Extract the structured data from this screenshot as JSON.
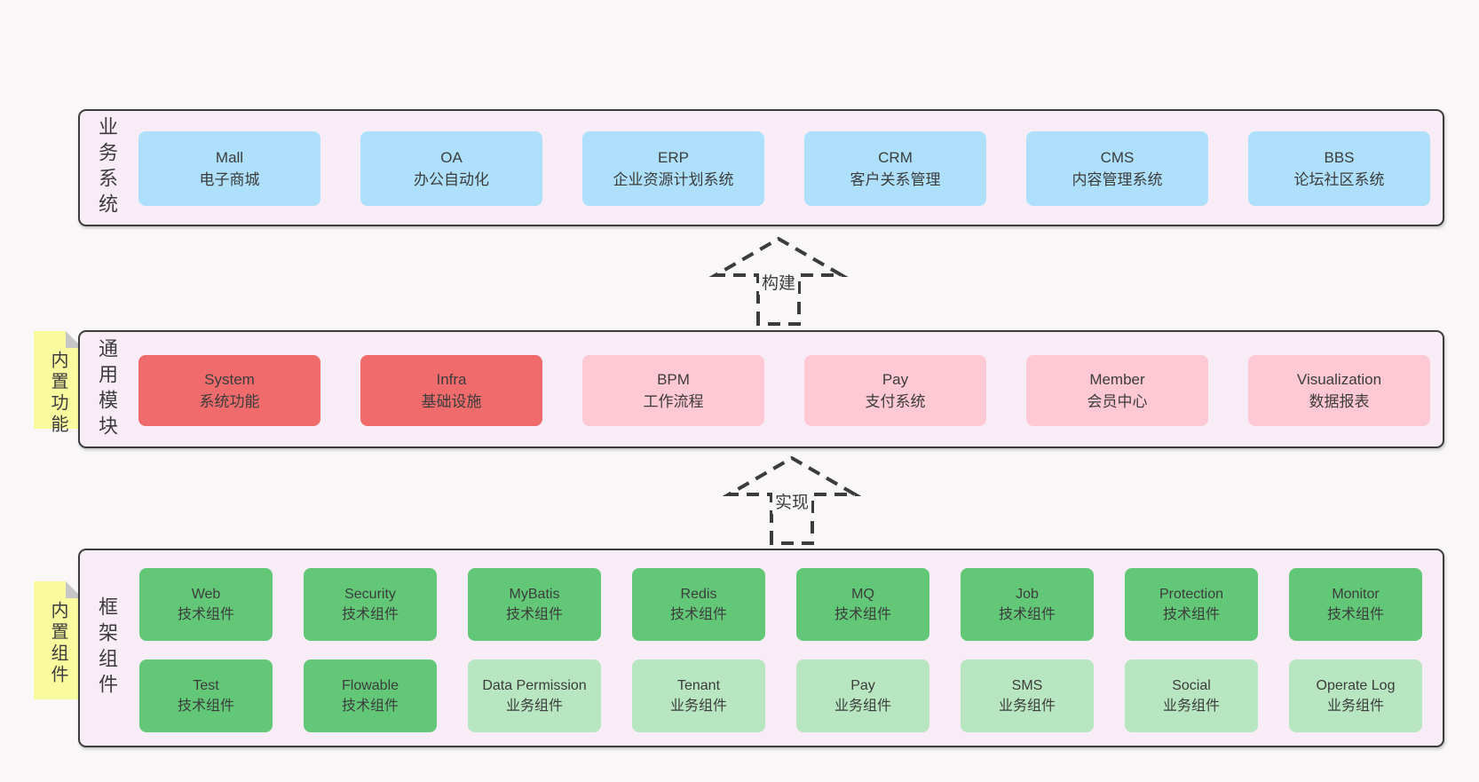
{
  "business": {
    "label": "业务系统",
    "boxes": [
      {
        "en": "Mall",
        "zh": "电子商城"
      },
      {
        "en": "OA",
        "zh": "办公自动化"
      },
      {
        "en": "ERP",
        "zh": "企业资源计划系统"
      },
      {
        "en": "CRM",
        "zh": "客户关系管理"
      },
      {
        "en": "CMS",
        "zh": "内容管理系统"
      },
      {
        "en": "BBS",
        "zh": "论坛社区系统"
      }
    ]
  },
  "modules": {
    "label": "通用模块",
    "sticky": "内置功能",
    "boxes": [
      {
        "en": "System",
        "zh": "系统功能",
        "variant": "red"
      },
      {
        "en": "Infra",
        "zh": "基础设施",
        "variant": "red"
      },
      {
        "en": "BPM",
        "zh": "工作流程",
        "variant": "pink"
      },
      {
        "en": "Pay",
        "zh": "支付系统",
        "variant": "pink"
      },
      {
        "en": "Member",
        "zh": "会员中心",
        "variant": "pink"
      },
      {
        "en": "Visualization",
        "zh": "数据报表",
        "variant": "pink"
      }
    ]
  },
  "components": {
    "label": "框架组件",
    "sticky": "内置组件",
    "row1": [
      {
        "en": "Web",
        "zh": "技术组件",
        "variant": "green-dark"
      },
      {
        "en": "Security",
        "zh": "技术组件",
        "variant": "green-dark"
      },
      {
        "en": "MyBatis",
        "zh": "技术组件",
        "variant": "green-dark"
      },
      {
        "en": "Redis",
        "zh": "技术组件",
        "variant": "green-dark"
      },
      {
        "en": "MQ",
        "zh": "技术组件",
        "variant": "green-dark"
      },
      {
        "en": "Job",
        "zh": "技术组件",
        "variant": "green-dark"
      },
      {
        "en": "Protection",
        "zh": "技术组件",
        "variant": "green-dark"
      },
      {
        "en": "Monitor",
        "zh": "技术组件",
        "variant": "green-dark"
      }
    ],
    "row2": [
      {
        "en": "Test",
        "zh": "技术组件",
        "variant": "green-dark"
      },
      {
        "en": "Flowable",
        "zh": "技术组件",
        "variant": "green-dark"
      },
      {
        "en": "Data Permission",
        "zh": "业务组件",
        "variant": "green-light"
      },
      {
        "en": "Tenant",
        "zh": "业务组件",
        "variant": "green-light"
      },
      {
        "en": "Pay",
        "zh": "业务组件",
        "variant": "green-light"
      },
      {
        "en": "SMS",
        "zh": "业务组件",
        "variant": "green-light"
      },
      {
        "en": "Social",
        "zh": "业务组件",
        "variant": "green-light"
      },
      {
        "en": "Operate Log",
        "zh": "业务组件",
        "variant": "green-light"
      }
    ]
  },
  "arrows": [
    {
      "label": "构建"
    },
    {
      "label": "实现"
    }
  ],
  "colors": {
    "page_bg": "#f9f7f7",
    "panel_bg": "#f8edf6",
    "panel_border": "#3c3c3c",
    "blue": "#aee0fb",
    "red": "#f06c6c",
    "pink": "#fec9d4",
    "green_dark": "#62c878",
    "green_light": "#b8e6c1",
    "sticky_yellow": "#fafa9f",
    "sticky_fold": "#c7c7c9",
    "text": "#3c3c3c"
  }
}
